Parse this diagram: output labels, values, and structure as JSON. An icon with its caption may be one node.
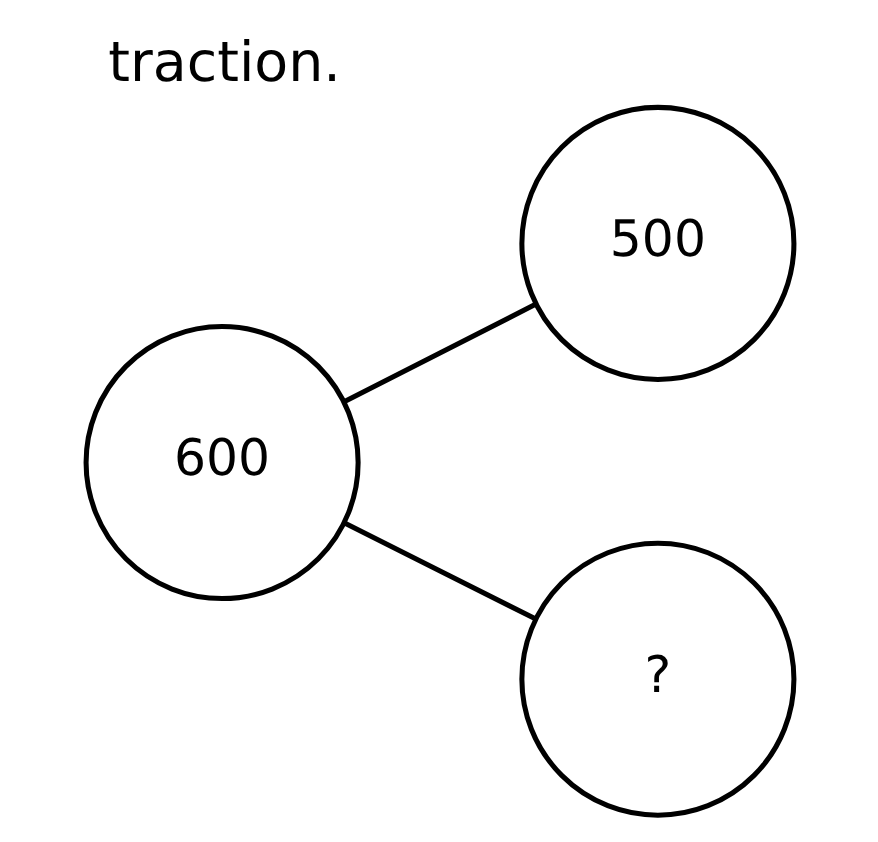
{
  "diagram": {
    "title": "traction.",
    "nodes": [
      {
        "text": [
          "600"
        ]
      },
      {
        "text": [
          "500"
        ]
      },
      {
        "text": [
          "?"
        ]
      }
    ],
    "edges": [
      {
        "from": 0,
        "to": 1,
        "arrow": "none"
      },
      {
        "from": 0,
        "to": 2,
        "arrow": "none"
      }
    ]
  }
}
